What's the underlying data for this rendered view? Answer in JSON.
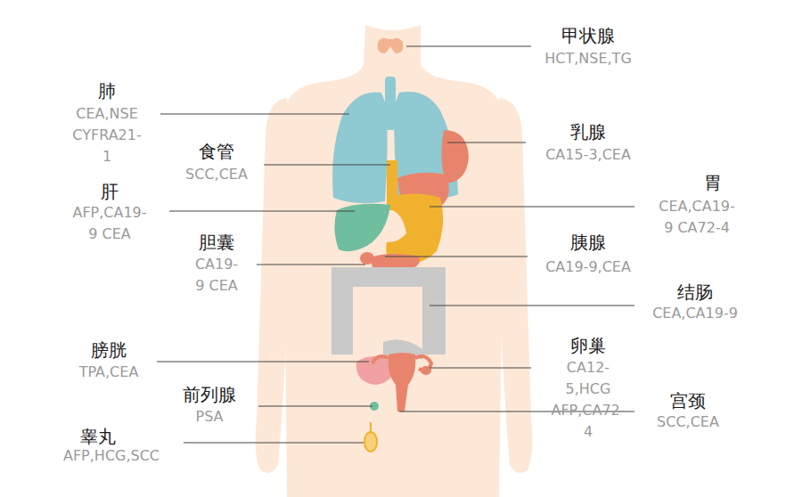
{
  "diagram": {
    "labels": [
      "甲状腺",
      "HCT,NSE,TG",
      "肺",
      "CEA,NSE CYFRA21-1",
      "乳腺",
      "CA15-3,CEA",
      "食管",
      "SCC,CEA",
      "肝",
      "AFP,CA19-9 CEA",
      "胃",
      "CEA,CA19-9 CA72-4",
      "胆囊",
      "CA19-9 CEA",
      "胰腺",
      "CA19-9,CEA",
      "结肠",
      "CEA,CA19-9",
      "卵巢",
      "CA12-5,HCG AFP,CA72-4",
      "膀胱",
      "TPA,CEA",
      "前列腺",
      "PSA",
      "宫颈",
      "SCC,CEA",
      "睾丸",
      "AFP,HCG,SCC"
    ]
  }
}
